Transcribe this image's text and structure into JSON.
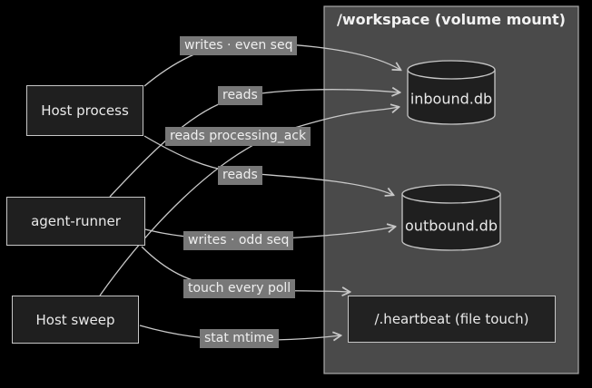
{
  "panel": {
    "title": "/workspace (volume mount)"
  },
  "nodes": {
    "host_process": {
      "label": "Host process"
    },
    "agent_runner": {
      "label": "agent-runner"
    },
    "host_sweep": {
      "label": "Host sweep"
    },
    "inbound_db": {
      "label": "inbound.db",
      "shape": "cylinder"
    },
    "outbound_db": {
      "label": "outbound.db",
      "shape": "cylinder"
    },
    "heartbeat": {
      "label": "/.heartbeat (file touch)",
      "shape": "rect"
    }
  },
  "edges": [
    {
      "from": "host_process",
      "to": "inbound_db",
      "label": "writes · even seq"
    },
    {
      "from": "agent_runner",
      "to": "inbound_db",
      "label": "reads"
    },
    {
      "from": "host_sweep",
      "to": "inbound_db",
      "label": "reads processing_ack"
    },
    {
      "from": "host_process",
      "to": "outbound_db",
      "label": "reads"
    },
    {
      "from": "agent_runner",
      "to": "outbound_db",
      "label": "writes · odd seq"
    },
    {
      "from": "agent_runner",
      "to": "heartbeat",
      "label": "touch every poll"
    },
    {
      "from": "host_sweep",
      "to": "heartbeat",
      "label": "stat mtime"
    }
  ],
  "colors": {
    "background": "#000000",
    "panel_fill": "#4a4a4a",
    "panel_border": "#aaaaaa",
    "node_fill": "#1f1f1f",
    "node_border": "#c6c6c6",
    "node_text": "#e9e9e9",
    "edge_line": "#c8c8c8",
    "label_chip_bg": "#787878",
    "label_chip_text": "#efefef"
  }
}
